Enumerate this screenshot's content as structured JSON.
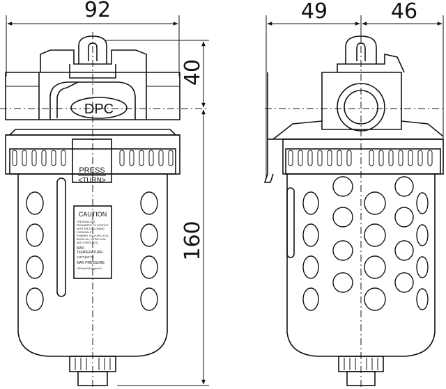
{
  "dimensions": {
    "front_width": "92",
    "top_height": "40",
    "body_height": "160",
    "side_left_width": "49",
    "side_right_width": "46"
  },
  "labels": {
    "brand": "DPC",
    "press": "PRESS",
    "turn": "<TURN>",
    "caution_title": "CAUTION",
    "caution_text": [
      "THE BOWL ARE",
      "PROHIBITED TO CONTACT",
      "WITH THE FOLLOWING",
      "CHEMICALS :",
      "THINNER, SULFURIC ACID,",
      "BORIN OIL, NITRIC ACID",
      "AND OTHER ACID."
    ],
    "max_temp_title": "MAX",
    "max_temp_title2": "TEMPERATURE:",
    "max_temp_value": "140°F(60°C)",
    "max_pressure_title": "MAX PRESSURE:",
    "max_pressure_value": "150 lbs/in²(10kgs/cm²)"
  }
}
